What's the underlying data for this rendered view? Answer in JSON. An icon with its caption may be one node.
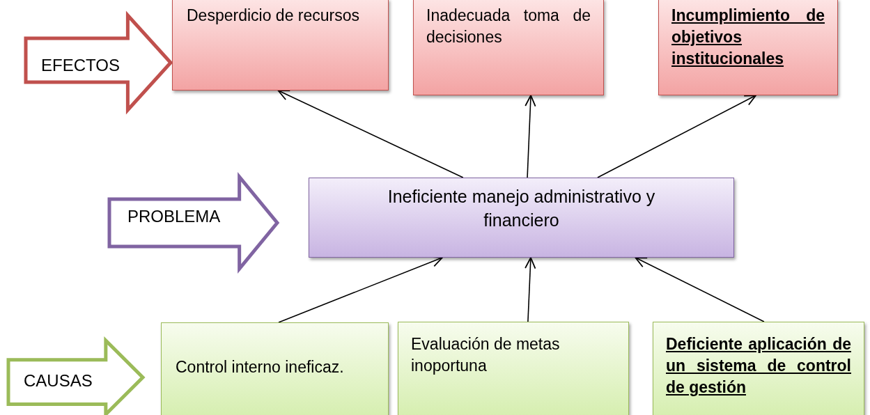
{
  "diagram": {
    "nodes": [
      {
        "text": [
          "EFECTOS"
        ]
      },
      {
        "text": [
          "Desperdicio de recursos"
        ]
      },
      {
        "text": [
          "Inadecuada toma de decisiones"
        ]
      },
      {
        "text": [
          "Incumplimiento de objetivos institucionales"
        ]
      },
      {
        "text": [
          "PROBLEMA"
        ]
      },
      {
        "text": [
          "Ineficiente manejo administrativo y financiero"
        ]
      },
      {
        "text": [
          "CAUSAS"
        ]
      },
      {
        "text": [
          "Control interno ineficaz."
        ]
      },
      {
        "text": [
          "Evaluación de metas inoportuna"
        ]
      },
      {
        "text": [
          "Deficiente aplicación de un sistema de control de gestión"
        ]
      }
    ],
    "edges": [
      {
        "from": 5,
        "to": 1,
        "arrow": "to"
      },
      {
        "from": 5,
        "to": 2,
        "arrow": "to"
      },
      {
        "from": 5,
        "to": 3,
        "arrow": "to"
      },
      {
        "from": 7,
        "to": 5,
        "arrow": "to"
      },
      {
        "from": 8,
        "to": 5,
        "arrow": "to"
      },
      {
        "from": 9,
        "to": 5,
        "arrow": "to"
      }
    ]
  }
}
